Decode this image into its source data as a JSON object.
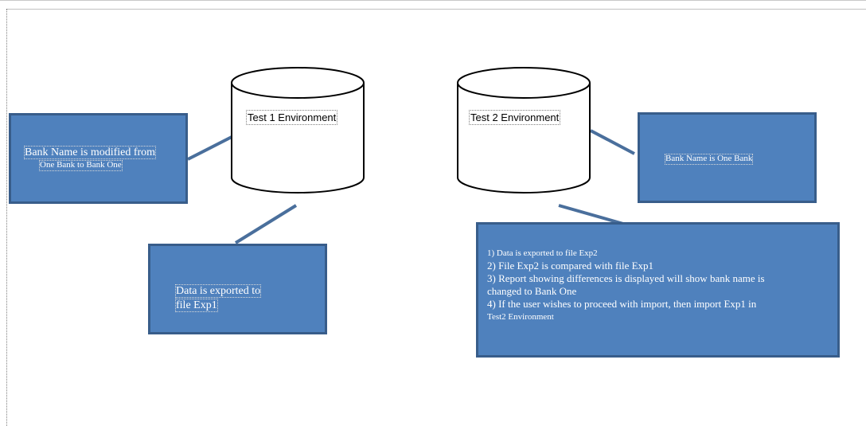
{
  "databases": [
    {
      "label": "Test 1 Environment"
    },
    {
      "label": "Test 2 Environment"
    }
  ],
  "boxes": {
    "bank_modified": {
      "line1": "Bank Name is modified from",
      "line2": "One Bank to Bank One"
    },
    "exported_exp1": {
      "line1": "Data is exported to",
      "line2": "file Exp1"
    },
    "bank_is_one_bank": {
      "text": "Bank Name is One Bank"
    },
    "steps": [
      "1) Data is exported to file Exp2",
      "2) File  Exp2 is compared with file Exp1",
      "3) Report showing differences is displayed will show bank name is",
      "changed to Bank One",
      "4) If the user wishes to proceed with import, then import Exp1 in",
      "Test2 Environment"
    ]
  },
  "colors": {
    "box_fill": "#4f81bd",
    "box_border": "#385d8a",
    "connector": "#4a6f9c"
  }
}
